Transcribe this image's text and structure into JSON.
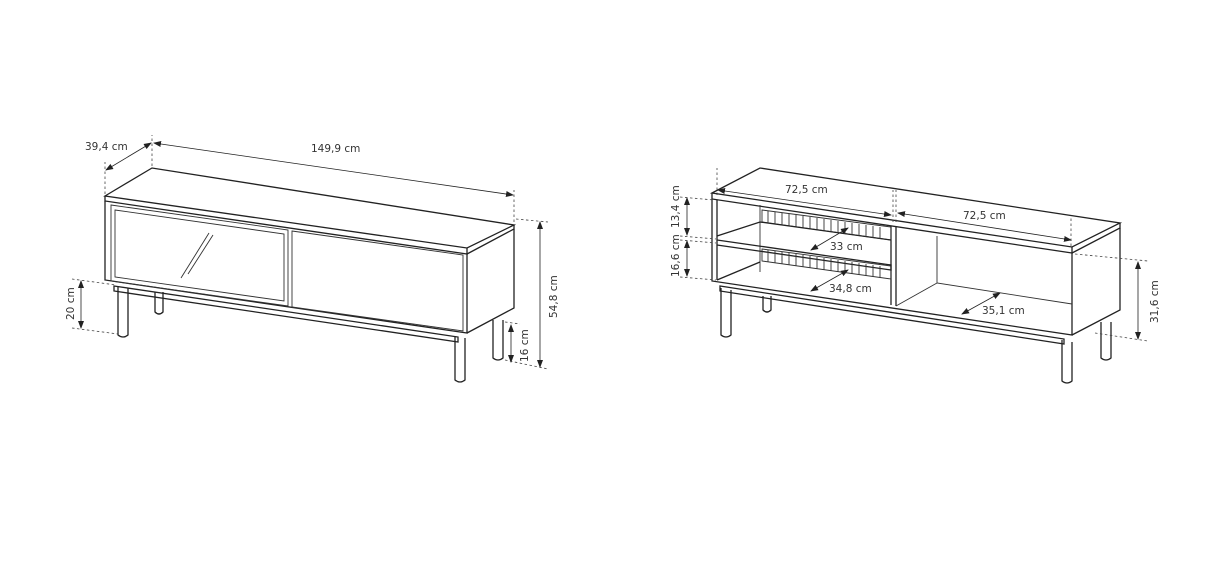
{
  "left_view": {
    "description": "TV cabinet front view with doors closed",
    "dimensions": {
      "depth": "39,4 cm",
      "width": "149,9 cm",
      "total_height": "54,8 cm",
      "leg_height_front": "20 cm",
      "leg_height_back": "16 cm"
    }
  },
  "right_view": {
    "description": "TV cabinet front view without doors, open compartments",
    "dimensions": {
      "left_compartment_width": "72,5 cm",
      "right_compartment_width": "72,5 cm",
      "upper_shelf_height": "13,4 cm",
      "lower_shelf_height": "16,6 cm",
      "upper_shelf_depth": "33 cm",
      "lower_shelf_depth": "34,8 cm",
      "right_compartment_depth": "35,1 cm",
      "interior_height": "31,6 cm"
    }
  },
  "colors": {
    "line": "#222222",
    "background": "#ffffff"
  }
}
